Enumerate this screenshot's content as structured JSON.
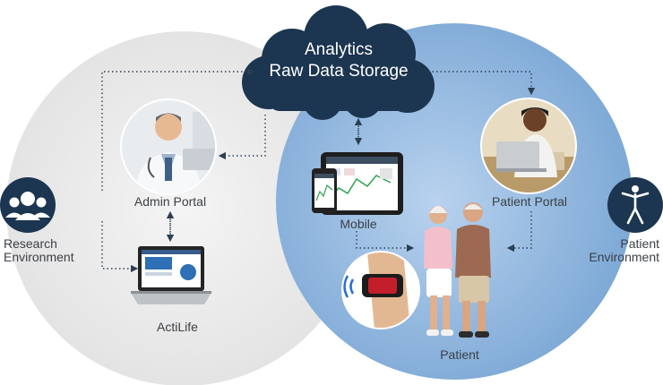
{
  "cloud": {
    "line1": "Analytics",
    "line2": "Raw Data Storage"
  },
  "nodes": {
    "admin_portal": "Admin Portal",
    "actilife": "ActiLife",
    "mobile": "Mobile",
    "patient_portal": "Patient Portal",
    "patient": "Patient"
  },
  "environments": {
    "research": {
      "line1": "Research",
      "line2": "Environment",
      "icon": "research-team-icon"
    },
    "patient": {
      "line1": "Patient",
      "line2": "Environment",
      "icon": "person-figure-icon"
    }
  },
  "colors": {
    "research_circle": "#ececec",
    "patient_circle": "#92b9e0",
    "cloud": "#1c3550",
    "icon_badge": "#1c3550",
    "connector": "#2d3e52"
  }
}
